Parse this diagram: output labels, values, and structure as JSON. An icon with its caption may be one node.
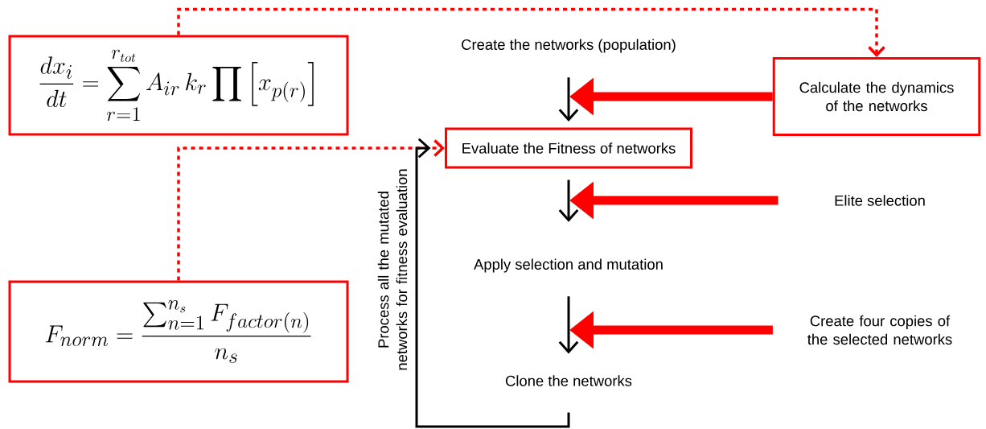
{
  "diagram": {
    "nodes": [
      {
        "text": [
          "\\frac{dx_i}{dt} = \\sum_{r=1}^{r_{tot}} A_{ir}\\, k_r \\prod \\left[x_{p(r)}\\right]"
        ]
      },
      {
        "text": [
          "F_{norm} = \\frac{\\sum_{n=1}^{n_s} F_{factor(n)}}{n_s}"
        ]
      },
      {
        "text": [
          "Create the networks (population)"
        ]
      },
      {
        "text": [
          "Evaluate the Fitness of networks"
        ]
      },
      {
        "text": [
          "Apply selection and mutation"
        ]
      },
      {
        "text": [
          "Clone the networks"
        ]
      },
      {
        "text": [
          "Calculate the dynamics of the networks"
        ]
      },
      {
        "text": [
          "Elite selection"
        ]
      },
      {
        "text": [
          "Create four copies of the selected networks"
        ]
      }
    ],
    "edges": [
      {
        "from": 0,
        "to": 6,
        "arrow": "to",
        "style": "dashed",
        "color": "#ff0000"
      },
      {
        "from": 1,
        "to": 3,
        "arrow": "to",
        "style": "dashed",
        "color": "#ff0000"
      },
      {
        "from": 2,
        "to": 3,
        "arrow": "to",
        "color": "#000000"
      },
      {
        "from": 3,
        "to": 4,
        "arrow": "to",
        "color": "#000000"
      },
      {
        "from": 4,
        "to": 5,
        "arrow": "to",
        "color": "#000000"
      },
      {
        "from": 5,
        "to": 3,
        "arrow": "to",
        "label": "Process all the mutated networks for fitness evaluation",
        "color": "#000000"
      },
      {
        "from": 6,
        "to": null,
        "arrow": "to",
        "style": "thick",
        "color": "#ff0000"
      },
      {
        "from": 7,
        "to": null,
        "arrow": "to",
        "style": "thick",
        "color": "#ff0000"
      },
      {
        "from": 8,
        "to": null,
        "arrow": "to",
        "style": "thick",
        "color": "#ff0000"
      }
    ]
  }
}
